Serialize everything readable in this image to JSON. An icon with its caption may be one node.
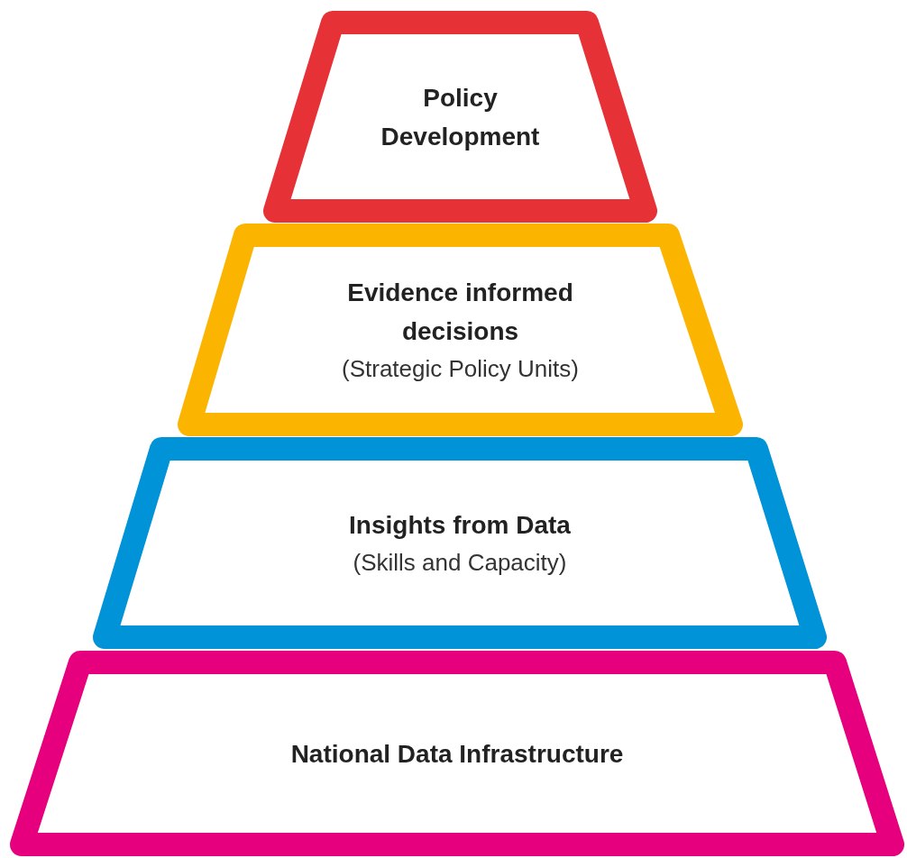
{
  "diagram": {
    "nodes": [
      {
        "text": [
          "Policy Development"
        ]
      },
      {
        "text": [
          "Evidence informed decisions",
          "(Strategic Policy Units)"
        ]
      },
      {
        "text": [
          "Insights from Data",
          "(Skills and Capacity)"
        ]
      },
      {
        "text": [
          "National Data Infrastructure"
        ]
      }
    ]
  }
}
